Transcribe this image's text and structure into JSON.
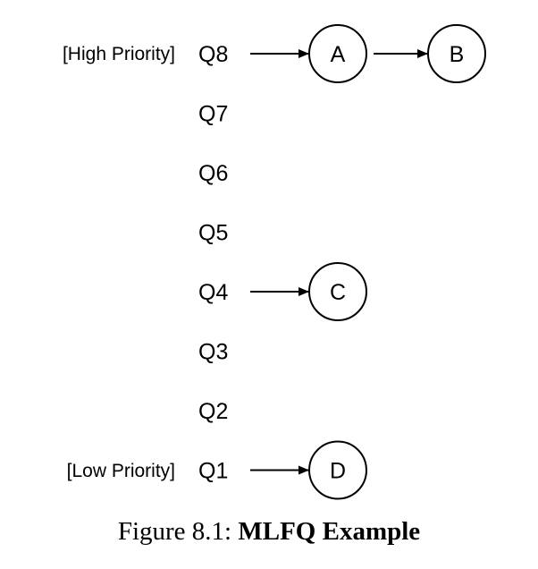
{
  "diagram": {
    "high_priority_label": "[High Priority]",
    "low_priority_label": "[Low Priority]",
    "queues": [
      {
        "name": "Q8",
        "jobs": [
          "A",
          "B"
        ]
      },
      {
        "name": "Q7",
        "jobs": []
      },
      {
        "name": "Q6",
        "jobs": []
      },
      {
        "name": "Q5",
        "jobs": []
      },
      {
        "name": "Q4",
        "jobs": [
          "C"
        ]
      },
      {
        "name": "Q3",
        "jobs": []
      },
      {
        "name": "Q2",
        "jobs": []
      },
      {
        "name": "Q1",
        "jobs": [
          "D"
        ]
      }
    ]
  },
  "caption": {
    "prefix": "Figure 8.1:",
    "title": "MLFQ Example"
  }
}
